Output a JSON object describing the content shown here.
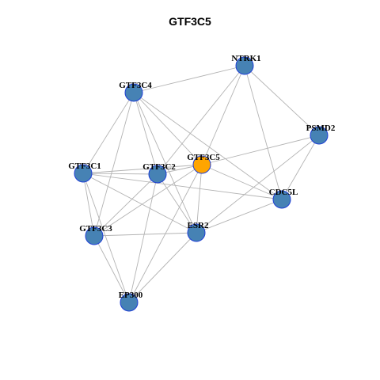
{
  "title": "GTF3C5",
  "colors": {
    "focus": "#ffa500",
    "neighbor": "#4682b4",
    "node_border": "#1f3fd6",
    "edge": "#b3b3b3"
  },
  "nodes": [
    {
      "id": "NTRK1",
      "label": "NTRK1",
      "focus": false
    },
    {
      "id": "GTF3C4",
      "label": "GTF3C4",
      "focus": false
    },
    {
      "id": "PSMD2",
      "label": "PSMD2",
      "focus": false
    },
    {
      "id": "GTF3C5",
      "label": "GTF3C5",
      "focus": true
    },
    {
      "id": "GTF3C1",
      "label": "GTF3C1",
      "focus": false
    },
    {
      "id": "GTF3C2",
      "label": "GTF3C2",
      "focus": false
    },
    {
      "id": "CDC5L",
      "label": "CDC5L",
      "focus": false
    },
    {
      "id": "GTF3C3",
      "label": "GTF3C3",
      "focus": false
    },
    {
      "id": "ESR2",
      "label": "ESR2",
      "focus": false
    },
    {
      "id": "EP300",
      "label": "EP300",
      "focus": false
    }
  ],
  "edges": [
    [
      "GTF3C4",
      "NTRK1"
    ],
    [
      "NTRK1",
      "PSMD2"
    ],
    [
      "NTRK1",
      "GTF3C5"
    ],
    [
      "NTRK1",
      "GTF3C2"
    ],
    [
      "NTRK1",
      "CDC5L"
    ],
    [
      "GTF3C4",
      "GTF3C1"
    ],
    [
      "GTF3C4",
      "GTF3C2"
    ],
    [
      "GTF3C4",
      "GTF3C3"
    ],
    [
      "GTF3C4",
      "GTF3C5"
    ],
    [
      "GTF3C4",
      "ESR2"
    ],
    [
      "GTF3C4",
      "CDC5L"
    ],
    [
      "PSMD2",
      "GTF3C5"
    ],
    [
      "PSMD2",
      "CDC5L"
    ],
    [
      "PSMD2",
      "ESR2"
    ],
    [
      "GTF3C5",
      "GTF3C1"
    ],
    [
      "GTF3C5",
      "GTF3C2"
    ],
    [
      "GTF3C5",
      "GTF3C3"
    ],
    [
      "GTF3C5",
      "ESR2"
    ],
    [
      "GTF3C5",
      "EP300"
    ],
    [
      "GTF3C5",
      "CDC5L"
    ],
    [
      "GTF3C1",
      "GTF3C2"
    ],
    [
      "GTF3C1",
      "GTF3C3"
    ],
    [
      "GTF3C1",
      "ESR2"
    ],
    [
      "GTF3C1",
      "EP300"
    ],
    [
      "GTF3C1",
      "CDC5L"
    ],
    [
      "GTF3C2",
      "GTF3C3"
    ],
    [
      "GTF3C2",
      "ESR2"
    ],
    [
      "GTF3C2",
      "EP300"
    ],
    [
      "GTF3C3",
      "ESR2"
    ],
    [
      "GTF3C3",
      "EP300"
    ],
    [
      "ESR2",
      "CDC5L"
    ],
    [
      "ESR2",
      "EP300"
    ]
  ]
}
